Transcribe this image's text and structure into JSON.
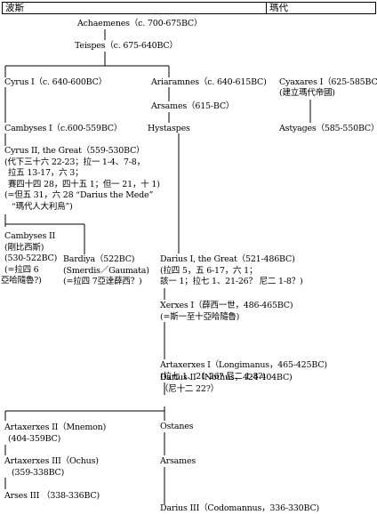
{
  "header": {
    "left": "波斯",
    "right": "瑪代"
  },
  "nodes": {
    "achaemenes": "Achaemenes（c. 700-675BC）",
    "teispes": "Teispes（c. 675-640BC）",
    "cyrus1": "Cyrus I（c. 640-600BC）",
    "ariaramnes": "Ariaramnes（c. 640-615BC)",
    "cyaxares1": "Cyaxares I（625-585BC）",
    "cyaxares1_note": "(建立瑪代帝國)",
    "arsames1": "Arsames（615-BC）",
    "cambyses1": "Cambyses I（c.600-559BC）",
    "hystaspes": "Hystaspes",
    "astyages": "Astyages（585-550BC）",
    "cyrus2_lines": [
      "Cyrus II, the Great（559-530BC）",
      "(代下三十六 22-23；拉一 1-4、7-8，",
      "拉五 13-17，六 3；",
      "賽四十四 28，四十五 1；但一 21，十 1)",
      "(=但五 31，六 28 “Darius the Mede”",
      "“瑪代人大利烏”)"
    ],
    "cambyses2_lines": [
      "Cambyses II",
      "(剛比西斯)",
      "(530-522BC)",
      "(=拉四 6",
      "亞哈隨魯?)"
    ],
    "bardiya_lines": [
      "Bardiya（522BC)",
      "(Smerdis／Gaumata)",
      "(=拉四 7亞達薛西？)"
    ],
    "darius1_lines": [
      "Darius I, the Great（521-486BC)",
      "(拉四 5，五 6-17，六 1；",
      "該一 1；拉七 1、21-26？ 尼二 1-8？)"
    ],
    "xerxes1_lines": [
      "Xerxes I（薛西一世，486-465BC)",
      "(=斯一至十亞哈隨魯)"
    ],
    "artaxerxes1_lines": [
      "Artaxerxes I（Longimanus，465-425BC)",
      "(拉七 1、21-26? 尼二 1-8?)"
    ],
    "darius2_lines": [
      "Darius II（Nothus，424-404BC)",
      "（尼十二 22?）"
    ],
    "artaxerxes2_lines": [
      "Artaxerxes II（Mnemon)",
      "(404-359BC)"
    ],
    "ostanes": "Ostanes",
    "artaxerxes3_lines": [
      "Artaxerxes III（Ochus)",
      "(359-338BC)"
    ],
    "arsames2": "Arsames",
    "arses3": "Arses III （338-336BC)",
    "darius3": "Darius III（Codomannus，336-330BC)"
  }
}
